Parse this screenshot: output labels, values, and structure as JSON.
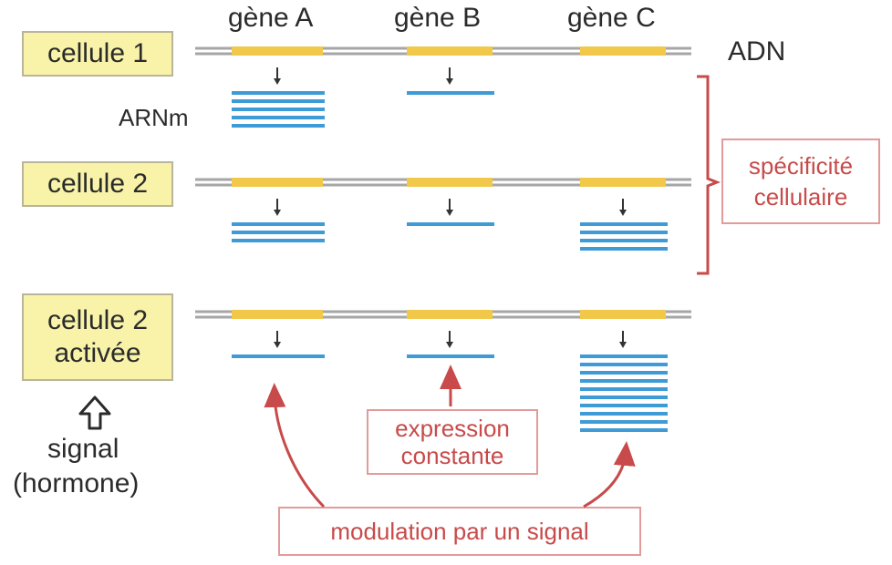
{
  "genes": [
    {
      "label": "gène A"
    },
    {
      "label": "gène B"
    },
    {
      "label": "gène C"
    }
  ],
  "dna_label": "ADN",
  "mrna_label": "ARNm",
  "cells": [
    {
      "line1": "cellule 1",
      "line2": ""
    },
    {
      "line1": "cellule 2",
      "line2": ""
    },
    {
      "line1": "cellule 2",
      "line2": "activée"
    }
  ],
  "signal": {
    "line1": "signal",
    "line2": "(hormone)"
  },
  "annotations": {
    "specificity_line1": "spécificité",
    "specificity_line2": "cellulaire",
    "constant_line1": "expression",
    "constant_line2": "constante",
    "modulation": "modulation par un signal"
  },
  "expression": {
    "cellule_1": {
      "gene_A": 5,
      "gene_B": 1,
      "gene_C": 0
    },
    "cellule_2": {
      "gene_A": 3,
      "gene_B": 1,
      "gene_C": 4
    },
    "cellule_2_activee": {
      "gene_A": 1,
      "gene_B": 1,
      "gene_C": 10
    }
  },
  "colors": {
    "dna": "#a6a6a6",
    "gene": "#f2c84b",
    "mrna": "#3f9bd6",
    "annotation": "#c84a4a",
    "cell_box": "#f8f3a8"
  }
}
